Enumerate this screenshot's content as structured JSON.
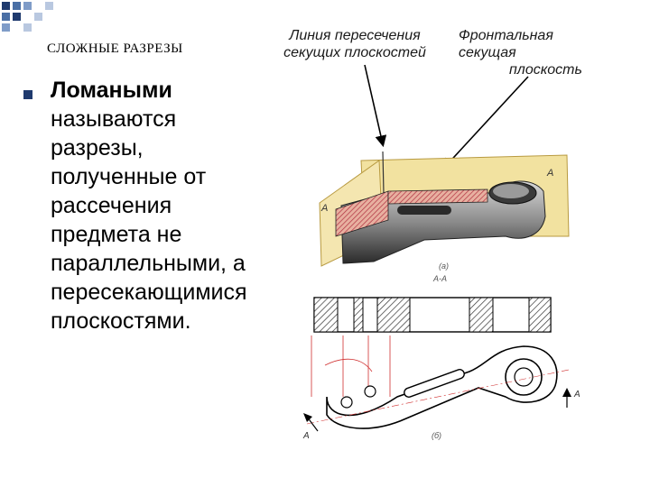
{
  "slide": {
    "title": "СЛОЖНЫЕ РАЗРЕЗЫ",
    "annotation_left": [
      "Линия пересечения",
      "секущих плоскостей"
    ],
    "annotation_right": [
      "Фронтальная",
      "секущая",
      "плоскость"
    ],
    "bullet_bold": "Ломаными",
    "bullet_text": [
      "называются",
      "разрезы,",
      "полученные от",
      "рассечения",
      "предмета не",
      "параллельными, а",
      "пересекающимися",
      "плоскостями."
    ]
  },
  "figure": {
    "plane_letter_left": "А",
    "plane_letter_right": "А",
    "label_a": "(а)",
    "section_label": "А-А",
    "label_b": "(б)",
    "arrow_label_left": "А",
    "arrow_label_right": "А"
  },
  "colors": {
    "accent": "#1f3a6e",
    "plane": "#f2e2a0",
    "hatch": "#c0404a",
    "line": "#d03030"
  }
}
